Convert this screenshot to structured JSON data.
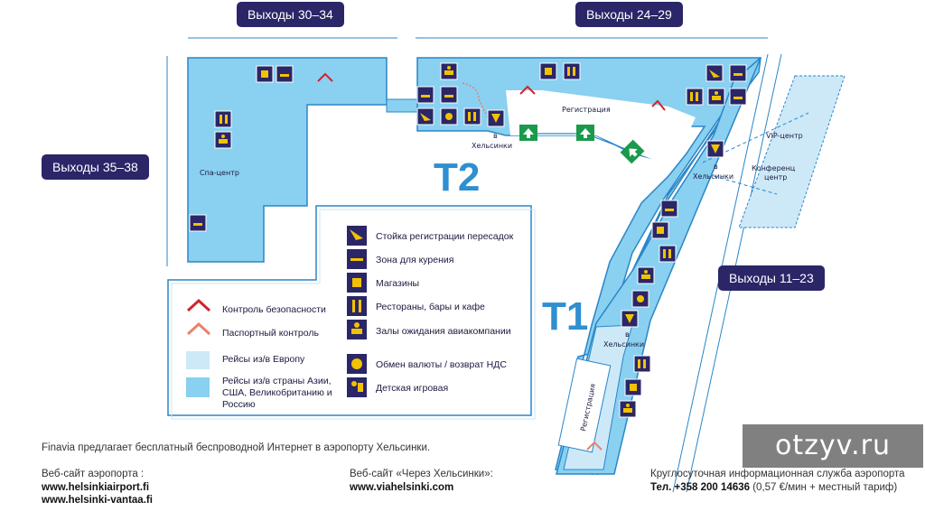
{
  "gates": {
    "g30_34": "Выходы 30–34",
    "g24_29": "Выходы 24–29",
    "g35_38": "Выходы 35–38",
    "g11_23": "Выходы 11–23"
  },
  "map_labels": {
    "spa": "Спа-центр",
    "checkin_top": "Регистрация",
    "checkin_bottom": "Регистрация",
    "to_helsinki": "в",
    "helsinki": "Хельсинки",
    "vip": "VIP-центр",
    "conference_1": "Конференц",
    "conference_2": "центр",
    "terminal_1": "T1",
    "terminal_2": "T2"
  },
  "legend_left": [
    {
      "swatch": "security",
      "color": "#d2232a",
      "label": "Контроль безопасности"
    },
    {
      "swatch": "passport",
      "color": "#e8826a",
      "label": "Паспортный контроль"
    },
    {
      "swatch": "europe",
      "color": "#cde9f8",
      "label": "Рейсы из/в Европу"
    },
    {
      "swatch": "intl",
      "color": "#8ad0f0",
      "label": "Рейсы из/в страны Азии, США, Великобританию и Россию"
    }
  ],
  "legend_right": [
    {
      "icon": "transfer-checkin-icon",
      "label": "Стойка регистрации пересадок"
    },
    {
      "icon": "smoking-icon",
      "label": "Зона для курения"
    },
    {
      "icon": "shopping-icon",
      "label": "Магазины"
    },
    {
      "icon": "restaurant-icon",
      "label": "Рестораны, бары и кафе"
    },
    {
      "icon": "lounge-icon",
      "label": "Залы ожидания авиакомпании"
    },
    {
      "icon": "currency-exchange-icon",
      "label": "Обмен валюты / возврат НДС"
    },
    {
      "icon": "playroom-icon",
      "label": "Детская игровая"
    }
  ],
  "footer": {
    "wifi": "Finavia предлагает бесплатный беспроводной Интернет в аэропорту Хельсинки.",
    "airport_site_label": "Веб-сайт аэропорта :",
    "airport_site_1": "www.helsinkiairport.fi",
    "airport_site_2": "www.helsinki-vantaa.fi",
    "via_label": "Веб-сайт «Через Хельсинки»:",
    "via_site": "www.viahelsinki.com",
    "info_label": "Круглосуточная информационная служба аэропорта",
    "phone_bold": "Тел. +358 200 14636",
    "phone_rest": "(0,57 €/мин + местный тариф)"
  },
  "watermark": "otzyv.ru",
  "colors": {
    "badge": "#2a2667",
    "area_intl": "#8ad0f0",
    "area_europe": "#cde9f8",
    "border": "#2a86c8",
    "icon_bg": "#2a2667",
    "icon_fg": "#f2c200",
    "exit_green": "#1a9a4a"
  }
}
